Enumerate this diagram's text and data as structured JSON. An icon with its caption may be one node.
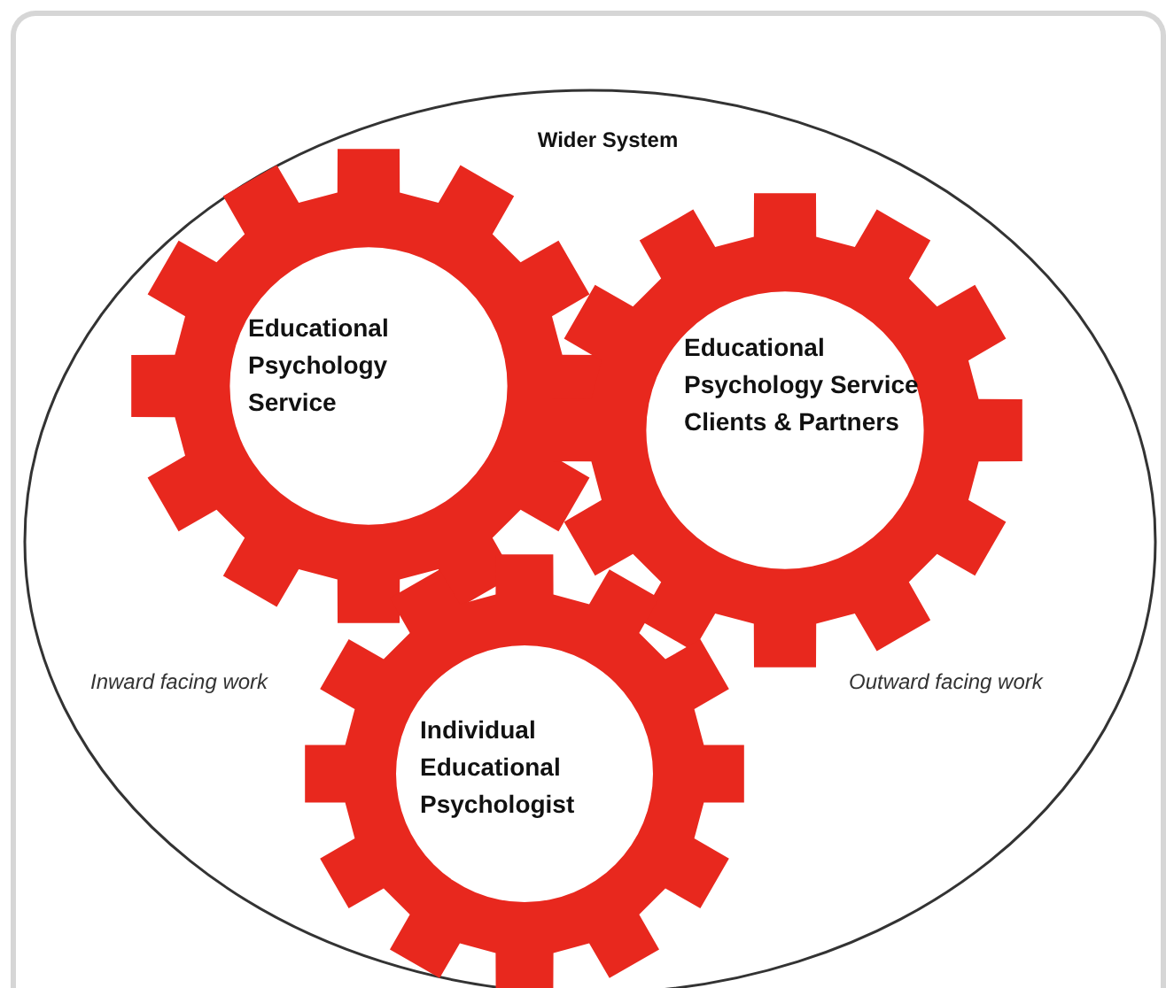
{
  "diagram": {
    "nodes": [
      {
        "text": [
          "Wider System"
        ]
      },
      {
        "text": [
          "Educational Psychology Service"
        ],
        "in": 0
      },
      {
        "text": [
          "Educational Psychology Service Clients & Partners"
        ],
        "in": 0
      },
      {
        "text": [
          "Individual Educational Psychologist"
        ],
        "in": 0
      }
    ],
    "edges": [],
    "labels": [
      "Inward facing work",
      "Outward facing work"
    ]
  }
}
